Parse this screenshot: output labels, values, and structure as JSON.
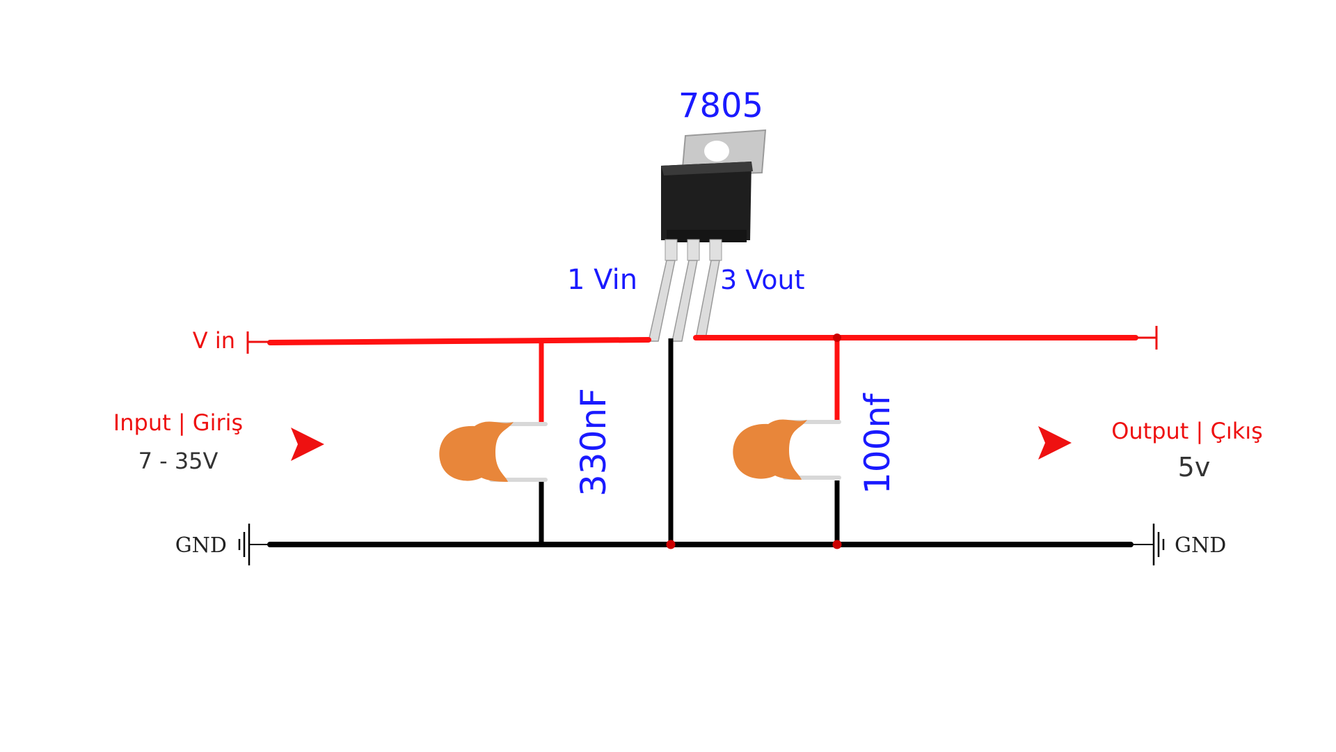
{
  "regulator": {
    "part": "7805",
    "pin1": "1 Vin",
    "pin3": "3 Vout"
  },
  "input": {
    "rail_label": "V in",
    "title": "Input | Giriş",
    "range": "7 - 35V"
  },
  "output": {
    "title": "Output | Çıkış",
    "voltage": "5v"
  },
  "capacitors": {
    "c1": "330nF",
    "c2": "100nf"
  },
  "ground": {
    "left": "GND",
    "right": "GND"
  },
  "colors": {
    "wire_positive": "#ff1111",
    "wire_ground": "#000000",
    "label_blue": "#1a1aff",
    "capacitor": "#e8863a",
    "arrow": "#ee1111"
  }
}
